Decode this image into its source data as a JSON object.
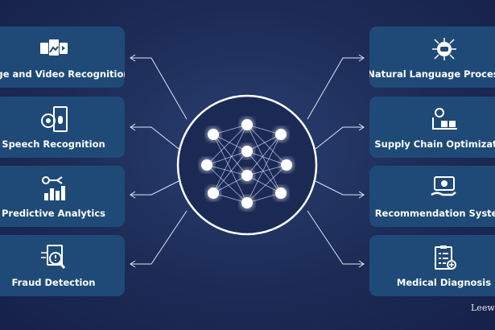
{
  "left_cards": [
    {
      "label": "Image and Video Recognition",
      "icon": "media-icon"
    },
    {
      "label": "Speech Recognition",
      "icon": "speech-icon"
    },
    {
      "label": "Predictive Analytics",
      "icon": "analytics-icon"
    },
    {
      "label": "Fraud Detection",
      "icon": "fraud-icon"
    }
  ],
  "right_cards": [
    {
      "label": "Natural Language Processing",
      "icon": "chat-bot-icon"
    },
    {
      "label": "Supply Chain Optimization",
      "icon": "supply-chain-icon"
    },
    {
      "label": "Recommendation Systems",
      "icon": "recommendation-icon"
    },
    {
      "label": "Medical Diagnosis",
      "icon": "clipboard-icon"
    }
  ],
  "brand": "Leeway",
  "colors": {
    "background": "#1c2b55",
    "card": "#1f4a77",
    "line": "#ffffff"
  }
}
